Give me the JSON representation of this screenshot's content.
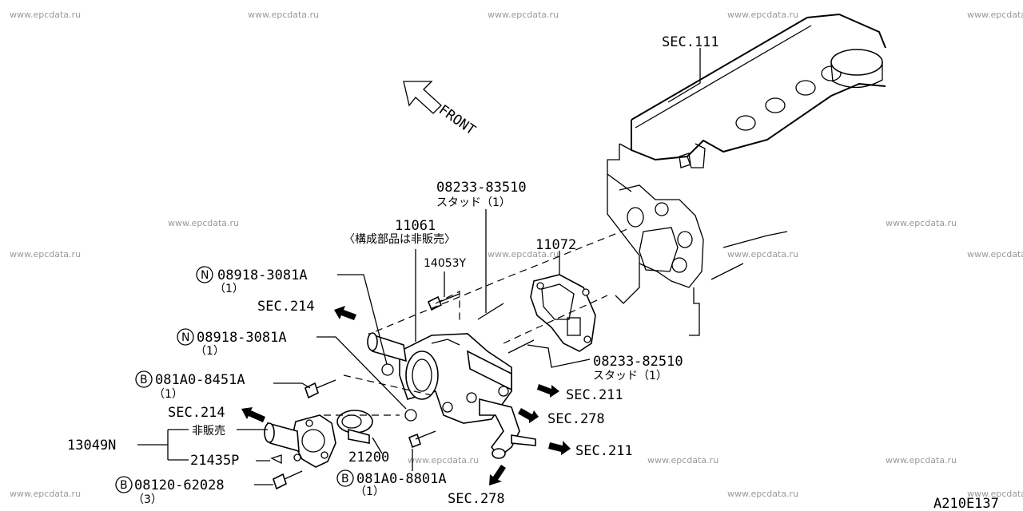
{
  "watermark": "www.epcdata.ru",
  "front_label": "FRONT",
  "drawing_number": "A210E137",
  "labels": {
    "sec111": "SEC.111",
    "p08233_83510": "08233-83510",
    "p08233_83510_sub": "スタッド（1）",
    "p11061": "11061",
    "p11061_sub": "〈構成部品は非販売〉",
    "p11072": "11072",
    "p14053y": "14053Y",
    "n1_code": "08918-3081A",
    "n1_qty": "（1）",
    "sec214_a": "SEC.214",
    "n2_code": "08918-3081A",
    "n2_qty": "（1）",
    "b1_code": "081A0-8451A",
    "b1_qty": "（1）",
    "sec214_b": "SEC.214",
    "p13049n": "13049N",
    "nonsale": "非販売",
    "p21435p": "21435P",
    "b2_code": "08120-62028",
    "b2_qty": "（3）",
    "b3_code": "081A0-8801A",
    "b3_qty": "（1）",
    "p21200": "21200",
    "sec278_a": "SEC.278",
    "sec278_b": "SEC.278",
    "sec211_a": "SEC.211",
    "sec211_b": "SEC.211",
    "p08233_82510": "08233-82510",
    "p08233_82510_sub": "スタッド（1）",
    "badge_n": "N",
    "badge_b": "B"
  }
}
